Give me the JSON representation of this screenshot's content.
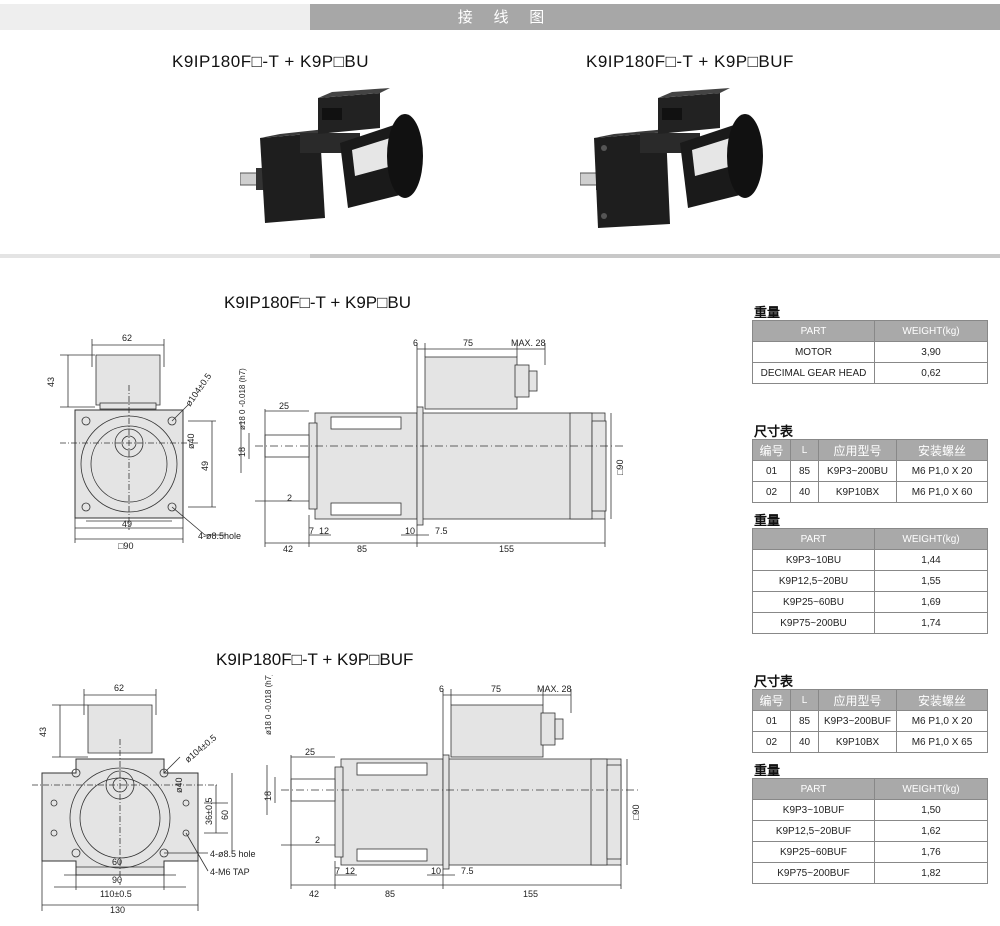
{
  "header": {
    "title": "接 线 图"
  },
  "products": [
    {
      "title": "K9IP180F□-T + K9P□BU"
    },
    {
      "title": "K9IP180F□-T + K9P□BUF"
    }
  ],
  "drawing1": {
    "title": "K9IP180F□-T + K9P□BU",
    "front": {
      "d62": "62",
      "d43": "43",
      "dia104": "ø104±0.5",
      "d49v": "49",
      "dia40": "ø40",
      "d49h": "49",
      "sq90": "□90",
      "hole": "4-ø8.5hole"
    },
    "side": {
      "shaft": "ø18 0 -0.018 (h7)",
      "d25": "25",
      "d18": "18",
      "d2": "2",
      "d6": "6",
      "d75": "75",
      "max28": "MAX. 28",
      "d7": "7",
      "d12": "12",
      "d10": "10",
      "d7_5": "7.5",
      "d42": "42",
      "d85": "85",
      "d155": "155",
      "sq90": "□90"
    }
  },
  "drawing2": {
    "title": "K9IP180F□-T + K9P□BUF",
    "front": {
      "d62": "62",
      "d43": "43",
      "dia104": "ø104±0.5",
      "d36": "36±0.5",
      "d60v": "60",
      "dia40": "ø40",
      "d60h": "60",
      "d90": "90",
      "d110": "110±0.5",
      "d130": "130",
      "hole": "4-ø8.5 hole",
      "tap": "4-M6 TAP"
    },
    "side": {
      "shaft": "ø18 0 -0.018 (h7)",
      "d25": "25",
      "d18": "18",
      "d2": "2",
      "d6": "6",
      "d75": "75",
      "max28": "MAX. 28",
      "d7": "7",
      "d12": "12",
      "d10": "10",
      "d7_5": "7.5",
      "d42": "42",
      "d85": "85",
      "d155": "155",
      "sq90": "□90"
    }
  },
  "tables": {
    "weight1": {
      "label": "重量",
      "headers": [
        "PART",
        "WEIGHT(kg)"
      ],
      "rows": [
        [
          "MOTOR",
          "3,90"
        ],
        [
          "DECIMAL GEAR HEAD",
          "0,62"
        ]
      ]
    },
    "dim1": {
      "label": "尺寸表",
      "headers": [
        "编号",
        "L",
        "应用型号",
        "安装螺丝"
      ],
      "rows": [
        [
          "01",
          "85",
          "K9P3~200BU",
          "M6 P1,0 X 20"
        ],
        [
          "02",
          "40",
          "K9P10BX",
          "M6 P1,0 X 60"
        ]
      ]
    },
    "weight2": {
      "label": "重量",
      "headers": [
        "PART",
        "WEIGHT(kg)"
      ],
      "rows": [
        [
          "K9P3~10BU",
          "1,44"
        ],
        [
          "K9P12,5~20BU",
          "1,55"
        ],
        [
          "K9P25~60BU",
          "1,69"
        ],
        [
          "K9P75~200BU",
          "1,74"
        ]
      ]
    },
    "dim2": {
      "label": "尺寸表",
      "headers": [
        "编号",
        "L",
        "应用型号",
        "安装螺丝"
      ],
      "rows": [
        [
          "01",
          "85",
          "K9P3~200BUF",
          "M6 P1,0 X 20"
        ],
        [
          "02",
          "40",
          "K9P10BX",
          "M6 P1,0 X 65"
        ]
      ]
    },
    "weight3": {
      "label": "重量",
      "headers": [
        "PART",
        "WEIGHT(kg)"
      ],
      "rows": [
        [
          "K9P3~10BUF",
          "1,50"
        ],
        [
          "K9P12,5~20BUF",
          "1,62"
        ],
        [
          "K9P25~60BUF",
          "1,76"
        ],
        [
          "K9P75~200BUF",
          "1,82"
        ]
      ]
    }
  }
}
